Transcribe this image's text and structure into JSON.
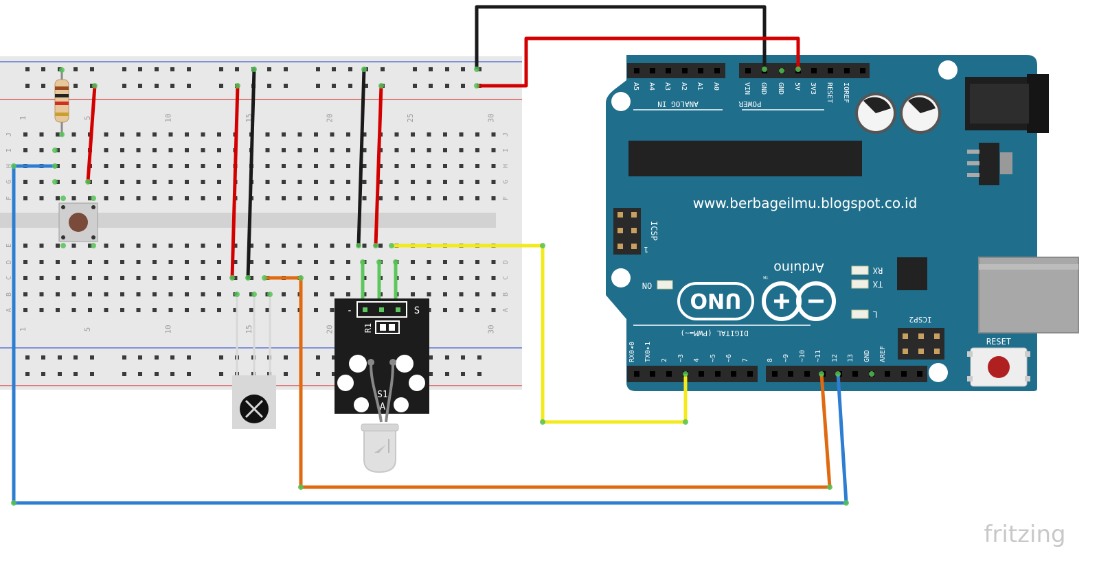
{
  "breadboard": {
    "column_numbers": [
      "1",
      "5",
      "10",
      "15",
      "20",
      "25",
      "30"
    ],
    "row_letters_top": [
      "J",
      "I",
      "H",
      "G",
      "F"
    ],
    "row_letters_bottom": [
      "E",
      "D",
      "C",
      "B",
      "A"
    ]
  },
  "arduino": {
    "board_name": "UNO",
    "brand": "Arduino",
    "trademark": "TM",
    "website": "www.berbageilmu.blogspot.co.id",
    "analog_pins": [
      "A5",
      "A4",
      "A3",
      "A2",
      "A1",
      "A0"
    ],
    "analog_label": "ANALOG IN",
    "power_pins": [
      "VIN",
      "GND",
      "GND",
      "5V",
      "3V3",
      "RESET",
      "IOREF"
    ],
    "power_label": "POWER",
    "digital_pins": [
      "RX0◂0",
      "TX0▸1",
      "2",
      "~3",
      "4",
      "~5",
      "~6",
      "7",
      "8",
      "~9",
      "~10",
      "~11",
      "12",
      "13",
      "GND",
      "AREF"
    ],
    "digital_label": "DIGITAL (PWM=~)",
    "icsp_label": "ICSP",
    "icsp2_label": "ICSP2",
    "icsp_pin1": "1",
    "led_labels": {
      "rx": "RX",
      "tx": "TX",
      "l": "L",
      "on": "ON"
    },
    "reset_label": "RESET"
  },
  "ir_module": {
    "minus_label": "-",
    "signal_label": "S",
    "resistor_label": "R1",
    "component_label": "S1",
    "anode_label": "A"
  },
  "watermark": "fritzing",
  "colors": {
    "wire_red": "#d40000",
    "wire_black": "#1a1a1a",
    "wire_yellow": "#f2ea1c",
    "wire_orange": "#e06a10",
    "wire_blue": "#2d7dd2",
    "board_teal": "#1f6e8c",
    "breadboard": "#e8e8e8",
    "rail_red": "#d84040",
    "rail_blue": "#4060d0"
  }
}
